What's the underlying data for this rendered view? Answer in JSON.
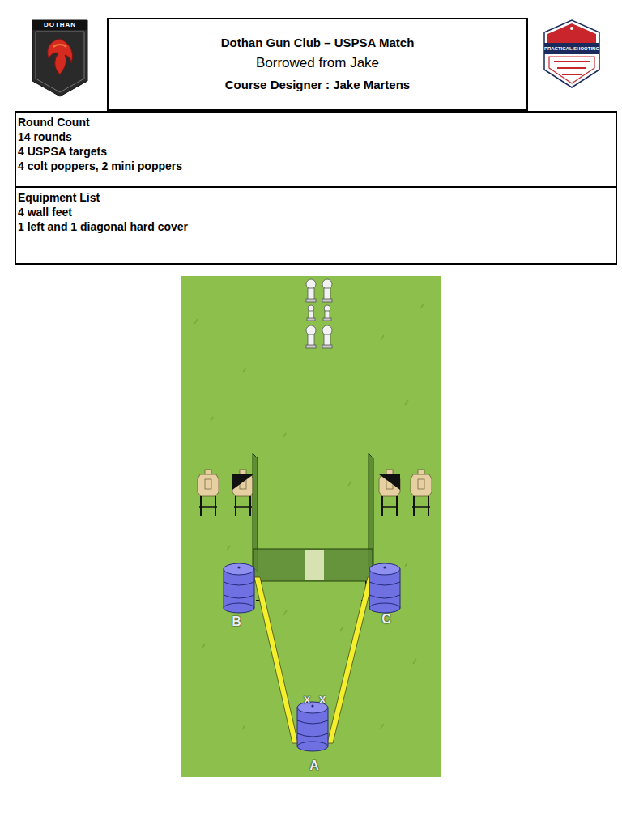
{
  "diagram": {
    "nodes": [
      {
        "text": [
          "Dothan Gun Club – USPSA Match",
          "Borrowed from Jake",
          "Course Designer : Jake Martens"
        ]
      },
      {
        "text": [
          "Round Count",
          "14 rounds",
          "4 USPSA targets",
          "4 colt poppers, 2 mini poppers"
        ]
      },
      {
        "text": [
          "Equipment List",
          "4 wall feet",
          "1 left and 1 diagonal hard cover"
        ]
      }
    ],
    "labels": [
      "DOTHAN",
      "PRACTICAL SHOOTING",
      "X",
      "X",
      "B",
      "C",
      "A"
    ]
  }
}
